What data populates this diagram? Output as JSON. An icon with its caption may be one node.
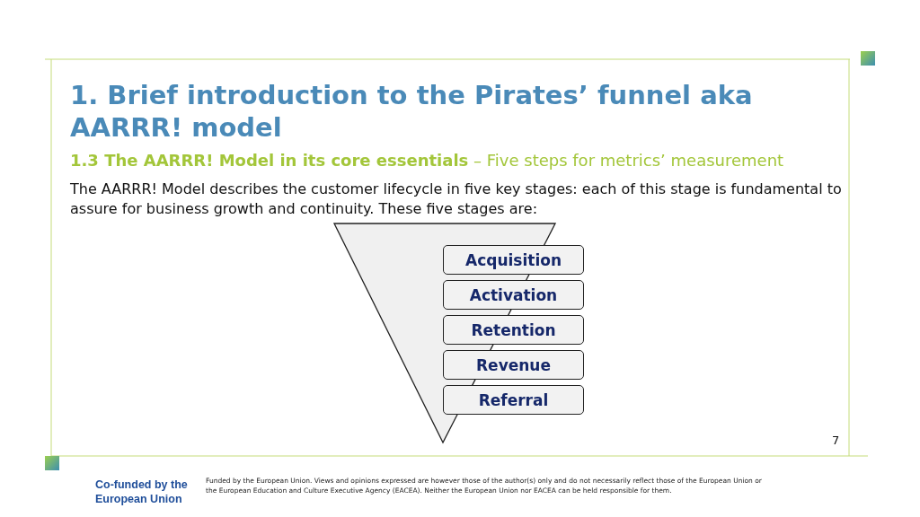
{
  "diagram": {
    "title": "1. Brief introduction to the Pirates’ funnel aka AARRR! model",
    "nodes": [
      {
        "text": [
          "Acquisition"
        ]
      },
      {
        "text": [
          "Activation"
        ]
      },
      {
        "text": [
          "Retention"
        ]
      },
      {
        "text": [
          "Revenue"
        ]
      },
      {
        "text": [
          "Referral"
        ]
      }
    ],
    "edges": [],
    "labels": [
      "**1.3 The AARRR! Model in its core essentials** – Five steps for metrics’ measurement",
      "The AARRR! Model describes the customer lifecycle in five key stages: each of this stage is fundamental to assure for business growth and continuity. These five stages are:",
      "7",
      "Co-funded by the European Union",
      "Funded by the European Union. Views and opinions expressed are however those of the author(s) only and do not necessarily reflect those of the European Union or the European Education and Culture Executive Agency (EACEA). Neither the European Union nor EACEA can be held responsible for them."
    ]
  }
}
